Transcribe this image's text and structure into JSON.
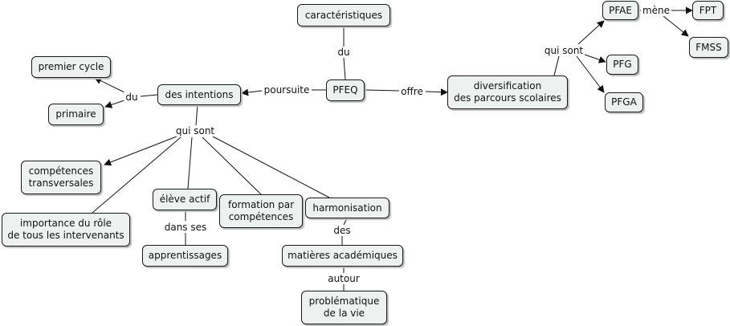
{
  "concepts": {
    "caracteristiques": "caractéristiques",
    "pfeq": "PFEQ",
    "intentions": "des intentions",
    "premier_cycle": "premier cycle",
    "primaire": "primaire",
    "diversification": "diversification\ndes parcours scolaires",
    "pfae": "PFAE",
    "fpt": "FPT",
    "fmss": "FMSS",
    "pfg": "PFG",
    "pfga": "PFGA",
    "competences": "compétences\ntransversales",
    "importance": "importance du rôle\nde tous les intervenants",
    "eleve_actif": "élève actif",
    "formation": "formation par\ncompétences",
    "harmonisation": "harmonisation",
    "apprentissages": "apprentissages",
    "matieres": "matières académiques",
    "problematique": "problématique\nde la vie"
  },
  "links": {
    "du_top": "du",
    "poursuite": "poursuite",
    "offre": "offre",
    "du_left": "du",
    "qui_sont_left": "qui sont",
    "qui_sont_right": "qui sont",
    "mene": "mène",
    "dans_ses": "dans ses",
    "des": "des",
    "autour": "autour"
  },
  "colors": {
    "node_fill": "#edf2f0",
    "node_border": "#1a1a1a",
    "line": "#111111"
  }
}
